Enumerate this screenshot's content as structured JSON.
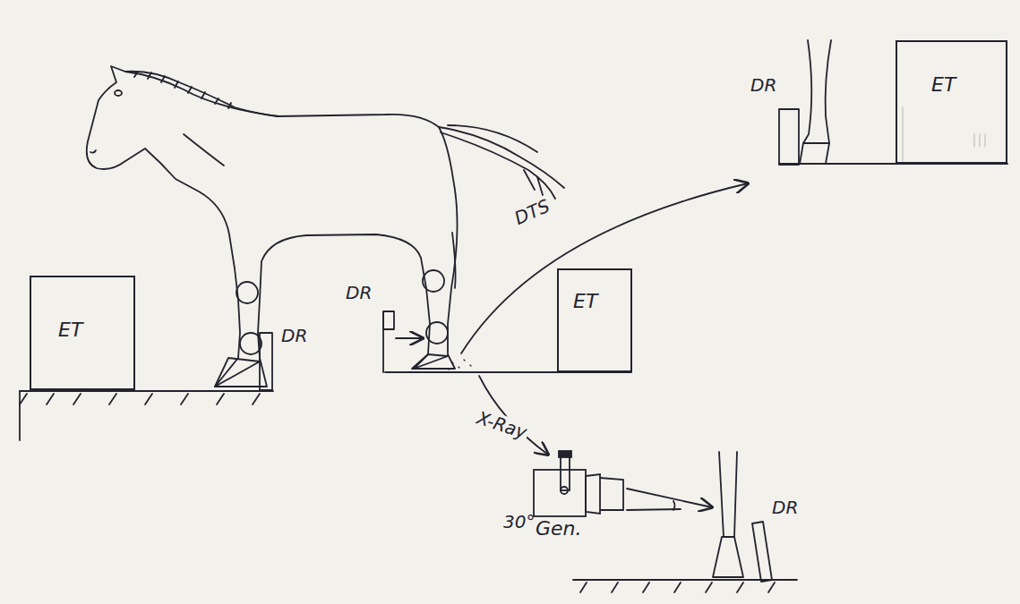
{
  "diagram": {
    "nodes": [
      {
        "text": [
          "ET"
        ]
      },
      {
        "text": [
          "ET"
        ]
      },
      {
        "text": [
          "ET"
        ]
      },
      {
        "text": [
          "Gen."
        ]
      }
    ],
    "labels": [
      "DR",
      "DTS",
      "DR",
      "DR",
      "X-Ray",
      "30°",
      "DR"
    ]
  }
}
